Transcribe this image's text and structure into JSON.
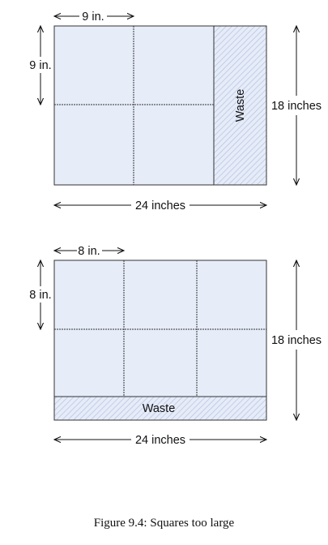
{
  "figure_top": {
    "width_dim": "24 inches",
    "height_dim": "18 inches",
    "square_w_dim": "9 in.",
    "square_h_dim": "9 in.",
    "waste_label": "Waste"
  },
  "figure_bottom": {
    "width_dim": "24 inches",
    "height_dim": "18 inches",
    "square_w_dim": "8 in.",
    "square_h_dim": "8 in.",
    "waste_label": "Waste"
  },
  "caption": "Figure 9.4: Squares too large",
  "colors": {
    "fill": "#e6ecf8",
    "stroke": "#333333",
    "hatch": "#aab8d8"
  }
}
